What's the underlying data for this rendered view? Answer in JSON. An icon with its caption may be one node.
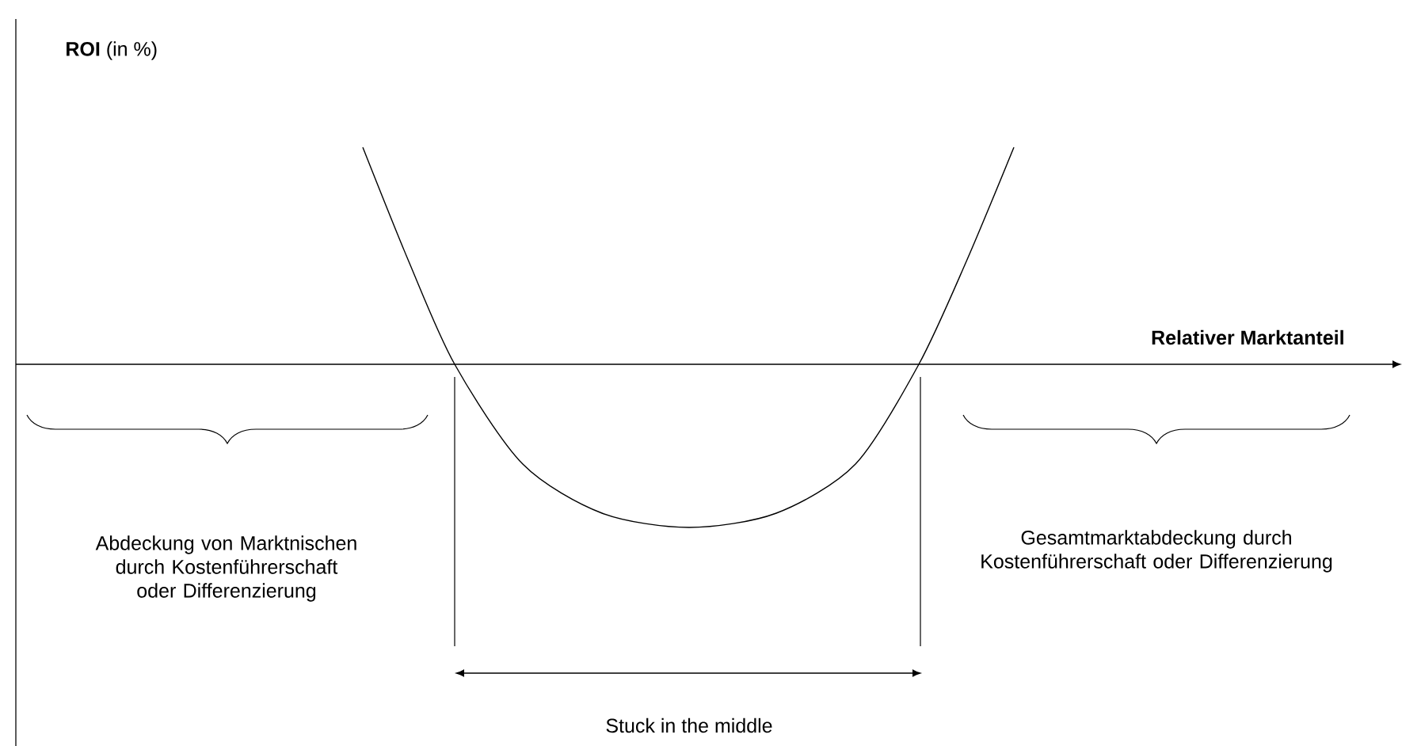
{
  "diagram": {
    "labels": [
      "**ROI** (in %)",
      "Relativer Marktanteil",
      "Abdeckung von Marktnischen durch Kostenführerschaft oder Differenzierung",
      "Gesamtmarktabdeckung durch Kostenführerschaft oder Differenzierung",
      "Stuck in the middle"
    ]
  }
}
